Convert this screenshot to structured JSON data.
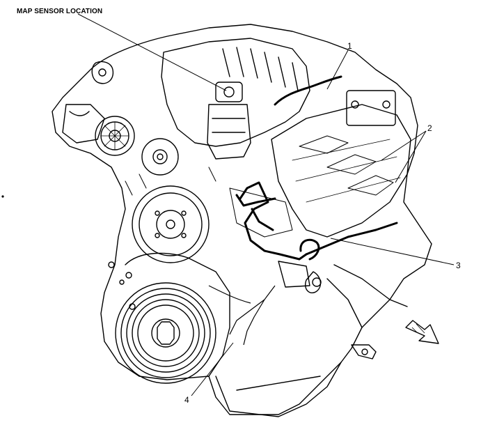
{
  "title": "MAP SENSOR LOCATION",
  "callouts": [
    "1",
    "2",
    "3",
    "4"
  ]
}
